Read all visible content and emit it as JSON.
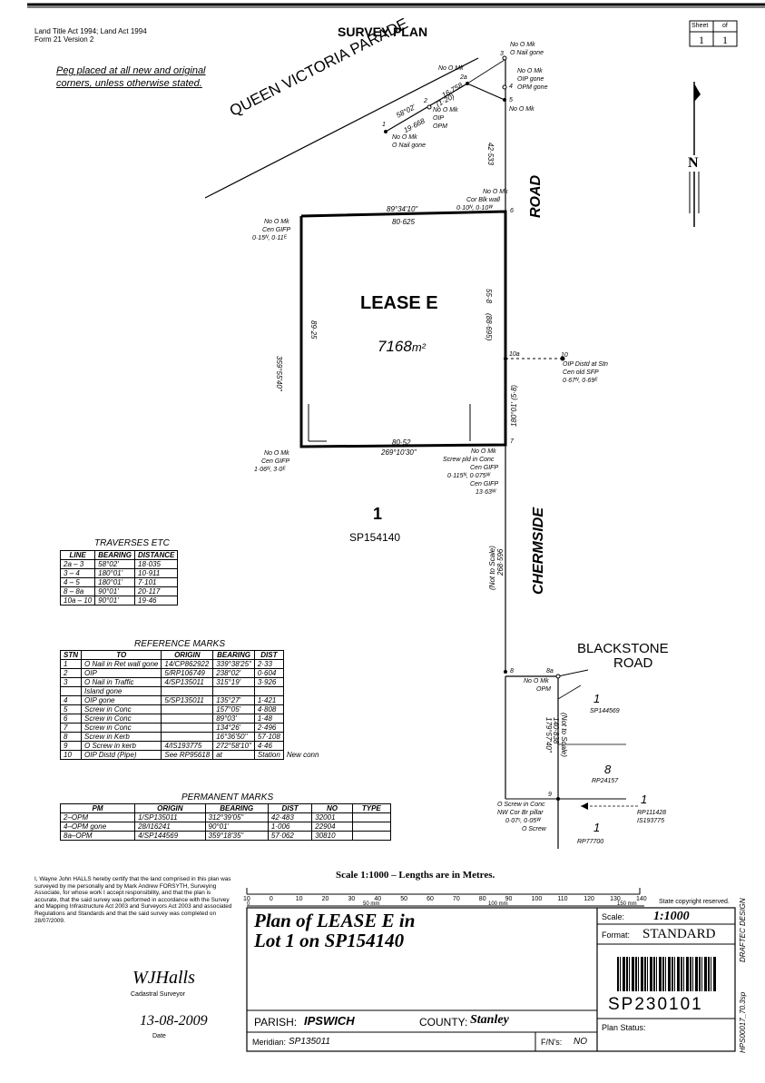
{
  "header": {
    "acts": "Land Title Act 1994;  Land Act 1994",
    "form": "Form 21 Version 2",
    "title": "SURVEY PLAN",
    "sheet_label": "Sheet",
    "of_label": "of",
    "sheet_num": "1",
    "sheet_total": "1"
  },
  "note": {
    "line1": "Peg placed at all new and original",
    "line2": "corners, unless otherwise stated."
  },
  "roads": {
    "queen_victoria": "QUEEN   VICTORIA   PARADE",
    "road": "ROAD",
    "chermside": "CHERMSIDE",
    "blackstone1": "BLACKSTONE",
    "blackstone2": "ROAD"
  },
  "north_label": "N",
  "lot": {
    "name": "LEASE  E",
    "area": "7168",
    "area_unit": "m²",
    "lot_number": "1",
    "lot_plan": "SP154140"
  },
  "dimensions": {
    "top_bearing": "89°34'10\"",
    "top_distance": "80·625",
    "left_bearing": "359°55'40\"",
    "left_distance": "89·25",
    "bottom_bearing": "269°10'30\"",
    "bottom_distance": "80·52",
    "right_upper": "55·8",
    "right_paren": "(88·695)",
    "right_lower": "180°01' (5·8)",
    "qvp_top": "42·533",
    "qvp_dist1": "16·758",
    "qvp_bearing": "58°02'",
    "qvp_dist2": "19·668",
    "qvp_paren": "(1·20)",
    "cher_not_scale": "(Not to Scale)",
    "cher_dist": "268·596",
    "black_not_scale": "(Not to Scale)",
    "black_dist": "140·838",
    "black_bearing": "179°57'40\""
  },
  "annotations": {
    "pt3": "3",
    "pt3_a": "No O Mk",
    "pt3_b": "O Nail gone",
    "pt4": "4",
    "pt4_a": "No O Mk",
    "pt4_b": "OIP gone",
    "pt4_c": "OPM gone",
    "pt5": "5",
    "pt5_a": "No O Mk",
    "pt2a": "2a",
    "pt2a_a": "No O Mk",
    "pt2": "2",
    "pt2_a": "No O Mk",
    "pt2_b": "OIP",
    "pt2_c": "OPM",
    "pt1": "1",
    "pt1_a": "No O Mk",
    "pt1_b": "O Nail gone",
    "pt6": "6",
    "pt6_a": "No O Mk",
    "pt6_b": "Cor Blk wall",
    "pt6_c": "0·10ᴺ, 0·10ᵂ",
    "nw_a": "No O Mk",
    "nw_b": "Cen GIFP",
    "nw_c": "0·15ᴺ, 0·11ᴱ",
    "sw_a": "No O Mk",
    "sw_b": "Cen GIFP",
    "sw_c": "1·06ᴺ, 3·0ᴱ",
    "pt7": "7",
    "pt7_a": "No O Mk",
    "pt7_b": "Screw pld in Conc",
    "pt7_c": "Cen GIFP",
    "pt7_d": "0·115ᴺ, 0·075ᵂ",
    "pt7_e": "Cen GIFP",
    "pt7_f": "13·63ᵂ",
    "pt10a": "10a",
    "pt10": "10",
    "pt10_a": "OIP Distd at Stn",
    "pt10_b": "Cen old SFP",
    "pt10_c": "0·67ᴺ, 0·69ᴱ",
    "pt8": "8",
    "pt8a": "8a",
    "pt8a_a": "No O Mk",
    "pt8a_b": "OPM",
    "pt9": "9",
    "pt9_a": "O Screw in Conc",
    "pt9_b": "NW Cor Br pillar",
    "pt9_c": "0·07ˢ, 0·05ᵂ",
    "pt9_d": "O Screw",
    "lot1_sp144569_n": "1",
    "lot1_sp144569": "SP144569",
    "lot8_n": "8",
    "lot8": "RP24157",
    "lot1_rp_n": "1",
    "lot1_rp_a": "RP111428",
    "lot1_rp_b": "IS193775",
    "lot1_rp77700_n": "1",
    "lot1_rp77700": "RP77700"
  },
  "traverses": {
    "title": "TRAVERSES ETC",
    "headers": [
      "LINE",
      "BEARING",
      "DISTANCE"
    ],
    "rows": [
      [
        "2a – 3",
        "58°02'",
        "18·035"
      ],
      [
        "3 – 4",
        "180°01'",
        "10·911"
      ],
      [
        "4 – 5",
        "180°01'",
        "7·101"
      ],
      [
        "8 – 8a",
        "90°01'",
        "20·117"
      ],
      [
        "10a – 10",
        "90°01'",
        "19·46"
      ]
    ]
  },
  "reference_marks": {
    "title": "REFERENCE MARKS",
    "headers": [
      "STN",
      "TO",
      "ORIGIN",
      "BEARING",
      "DIST"
    ],
    "rows": [
      [
        "1",
        "O Nail in Ret wall gone",
        "14/CP862922",
        "339°38'25\"",
        "2·33",
        ""
      ],
      [
        "2",
        "OIP",
        "5/RP106749",
        "238°02'",
        "0·604",
        ""
      ],
      [
        "3",
        "O Nail in Traffic",
        "4/SP135011",
        "315°19'",
        "3·926",
        ""
      ],
      [
        "",
        "Island gone",
        "",
        "",
        "",
        ""
      ],
      [
        "4",
        "OIP gone",
        "5/SP135011",
        "135°27'",
        "1·421",
        ""
      ],
      [
        "5",
        "Screw in Conc",
        "",
        "157°05'",
        "4·808",
        ""
      ],
      [
        "6",
        "Screw in Conc",
        "",
        "89°03'",
        "1·48",
        ""
      ],
      [
        "7",
        "Screw in Conc",
        "",
        "134°26'",
        "2·496",
        ""
      ],
      [
        "8",
        "Screw in Kerb",
        "",
        "16°36'50\"",
        "57·108",
        ""
      ],
      [
        "9",
        "O Screw in kerb",
        "4/IS193775",
        "272°58'10\"",
        "4·46",
        ""
      ],
      [
        "10",
        "OIP Distd (Pipe)",
        "See RP95618",
        "at",
        "Station",
        "New conn"
      ]
    ]
  },
  "permanent_marks": {
    "title": "PERMANENT MARKS",
    "headers": [
      "PM",
      "ORIGIN",
      "BEARING",
      "DIST",
      "NO",
      "TYPE"
    ],
    "rows": [
      [
        "2–OPM",
        "1/SP135011",
        "312°39'05\"",
        "42·483",
        "32001",
        ""
      ],
      [
        "4–OPM gone",
        "28/I16241",
        "90°01'",
        "1·006",
        "22904",
        ""
      ],
      [
        "8a–OPM",
        "4/SP144569",
        "359°18'35\"",
        "57·062",
        "30810",
        ""
      ]
    ]
  },
  "scale_bar": {
    "title": "Scale 1:1000 – Lengths are in Metres.",
    "ticks": [
      "10",
      "0",
      "10",
      "20",
      "30",
      "40",
      "50",
      "60",
      "70",
      "80",
      "90",
      "100",
      "110",
      "120",
      "130",
      "140"
    ],
    "mm_ticks": [
      "0",
      "50 mm",
      "100 mm",
      "150 mm"
    ],
    "copyright": "State copyright reserved."
  },
  "certificate": {
    "text": "I, Wayne John HALLS hereby certify that the land comprised in this plan was surveyed by me personally and by Mark Andrew FORSYTH, Surveying Associate, for whose work I accept responsibility, and that the plan is accurate, that the said survey was performed in accordance with the Survey and Mapping Infrastructure Act 2003 and Surveyors Act 2003 and associated Regulations and Standards and that the said survey was completed on 28/07/2009.",
    "signature": "WJHalls",
    "signature_label": "Cadastral Surveyor",
    "date": "13-08-2009",
    "date_label": "Date"
  },
  "title_block": {
    "plan_title_1": "Plan  of  LEASE  E  in",
    "plan_title_2": "Lot  1  on  SP154140",
    "parish_label": "PARISH:",
    "parish": "IPSWICH",
    "county_label": "COUNTY:",
    "county": "Stanley",
    "meridian_label": "Meridian:",
    "meridian": "SP135011",
    "fn_label": "F/N's:",
    "fn": "NO",
    "scale_label": "Scale:",
    "scale": "1:1000",
    "format_label": "Format:",
    "format": "STANDARD",
    "plan_number": "SP230101",
    "plan_status_label": "Plan Status:"
  },
  "side_text": {
    "draftec": "DRAFTEC DESIGN",
    "form_code": "HPS00017_70.3sp"
  }
}
